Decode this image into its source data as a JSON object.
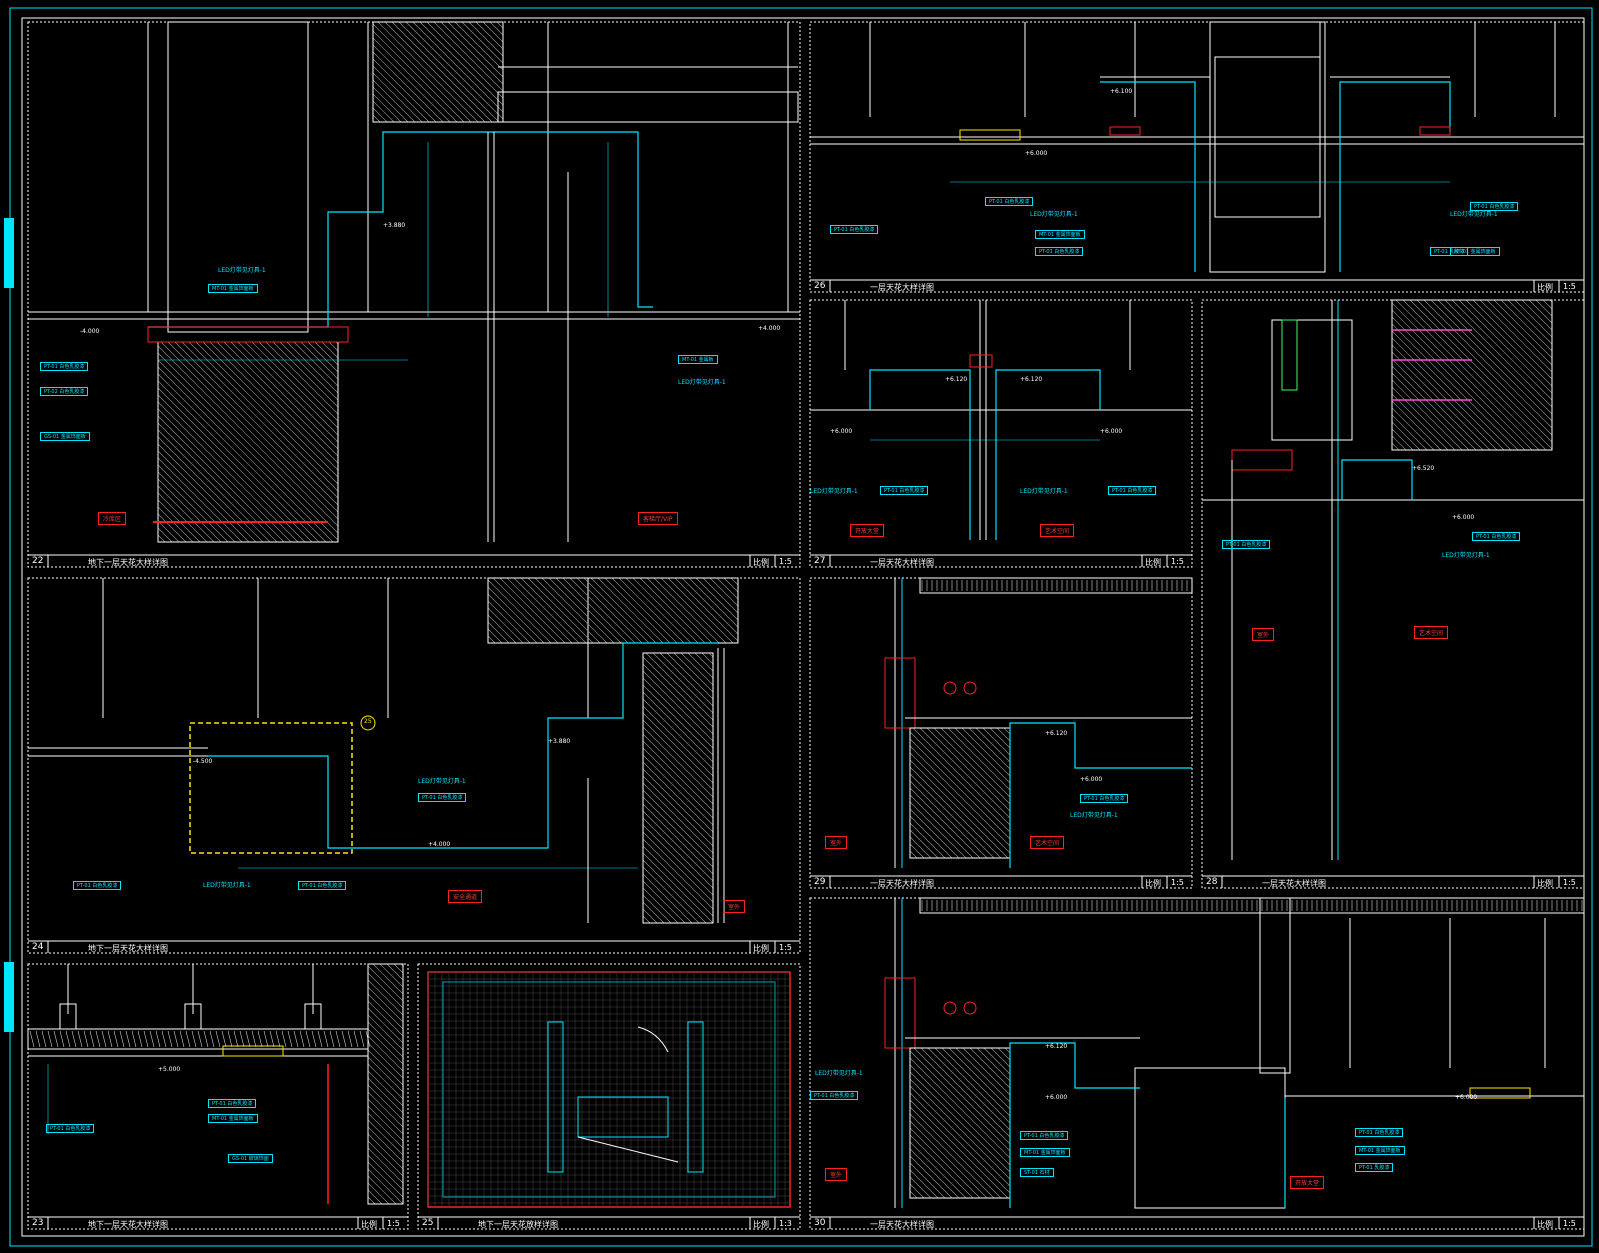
{
  "drawing": {
    "colors": {
      "background": "#000000",
      "frame": "#00e5ff",
      "line_white": "#ffffff",
      "line_cyan": "#00e5ff",
      "accent_red": "#ff2020",
      "highlight_yellow": "#ffe600",
      "hatch_gray": "#9a9a9a"
    },
    "panels": [
      {
        "id": "p22",
        "number": "22",
        "title": "地下一层天花大样详图",
        "scale_label": "比例",
        "scale": "1:5"
      },
      {
        "id": "p26",
        "number": "26",
        "title": "一层天花大样详图",
        "scale_label": "比例",
        "scale": "1:5"
      },
      {
        "id": "p27",
        "number": "27",
        "title": "一层天花大样详图",
        "scale_label": "比例",
        "scale": "1:5"
      },
      {
        "id": "p28",
        "number": "28",
        "title": "一层天花大样详图",
        "scale_label": "比例",
        "scale": "1:5"
      },
      {
        "id": "p24",
        "number": "24",
        "title": "地下一层天花大样详图",
        "scale_label": "比例",
        "scale": "1:5"
      },
      {
        "id": "p29",
        "number": "29",
        "title": "一层天花大样详图",
        "scale_label": "比例",
        "scale": "1:5"
      },
      {
        "id": "p23",
        "number": "23",
        "title": "地下一层天花大样详图",
        "scale_label": "比例",
        "scale": "1:5"
      },
      {
        "id": "p25",
        "number": "25",
        "title": "地下一层天花放样详图",
        "scale_label": "比例",
        "scale": "1:3"
      },
      {
        "id": "p30",
        "number": "30",
        "title": "一层天花大样详图",
        "scale_label": "比例",
        "scale": "1:5"
      }
    ],
    "room_tags": [
      {
        "panel": "p22",
        "text": "冷库区"
      },
      {
        "panel": "p22",
        "text": "客梯厅/VIP"
      },
      {
        "panel": "p27",
        "text": "开放大堂"
      },
      {
        "panel": "p27",
        "text": "艺术空间"
      },
      {
        "panel": "p28",
        "text": "室外"
      },
      {
        "panel": "p28",
        "text": "艺术空间"
      },
      {
        "panel": "p24",
        "text": "安全通道"
      },
      {
        "panel": "p24",
        "text": "室外"
      },
      {
        "panel": "p29",
        "text": "室外"
      },
      {
        "panel": "p29",
        "text": "艺术空间"
      },
      {
        "panel": "p30",
        "text": "室外"
      },
      {
        "panel": "p30",
        "text": "开放大堂"
      }
    ],
    "material_codes": [
      {
        "panel": "p22",
        "text": "PT-01  白色乳胶漆"
      },
      {
        "panel": "p22",
        "text": "PT-02  白色乳胶漆"
      },
      {
        "panel": "p22",
        "text": "GS-01  金属饰面板"
      },
      {
        "panel": "p22",
        "text": "MT-01  金属饰面板"
      },
      {
        "panel": "p22",
        "text": "MT-01  金属板"
      },
      {
        "panel": "p26",
        "text": "PT-01  白色乳胶漆"
      },
      {
        "panel": "p26",
        "text": "PT-01  白色乳胶漆"
      },
      {
        "panel": "p26",
        "text": "MT-01  金属饰面板"
      },
      {
        "panel": "p26",
        "text": "PT-01  白色乳胶漆"
      },
      {
        "panel": "p26",
        "text": "MT-01  金属饰面板"
      },
      {
        "panel": "p26",
        "text": "PT-01  白色乳胶漆"
      },
      {
        "panel": "p26",
        "text": "PT-01  乳胶漆"
      },
      {
        "panel": "p27",
        "text": "PT-01  白色乳胶漆"
      },
      {
        "panel": "p27",
        "text": "PT-01  白色乳胶漆"
      },
      {
        "panel": "p28",
        "text": "PT-01  白色乳胶漆"
      },
      {
        "panel": "p28",
        "text": "PT-01  白色乳胶漆"
      },
      {
        "panel": "p24",
        "text": "PT-01  白色乳胶漆"
      },
      {
        "panel": "p24",
        "text": "PT-01  白色乳胶漆"
      },
      {
        "panel": "p24",
        "text": "PT-01  白色乳胶漆"
      },
      {
        "panel": "p29",
        "text": "PT-01  白色乳胶漆"
      },
      {
        "panel": "p23",
        "text": "PT-01  白色乳胶漆"
      },
      {
        "panel": "p23",
        "text": "PT-01  白色乳胶漆"
      },
      {
        "panel": "p23",
        "text": "MT-01  金属饰面板"
      },
      {
        "panel": "p23",
        "text": "GS-01  玻璃饰面"
      },
      {
        "panel": "p30",
        "text": "PT-01  白色乳胶漆"
      },
      {
        "panel": "p30",
        "text": "PT-01  白色乳胶漆"
      },
      {
        "panel": "p30",
        "text": "MT-01  金属饰面板"
      },
      {
        "panel": "p30",
        "text": "ST-01  石材"
      },
      {
        "panel": "p30",
        "text": "PT-01  白色乳胶漆"
      },
      {
        "panel": "p30",
        "text": "MT-01  金属饰面板"
      },
      {
        "panel": "p30",
        "text": "PT-01  乳胶漆"
      }
    ],
    "elevations": [
      {
        "panel": "p22",
        "text": "+3.880"
      },
      {
        "panel": "p22",
        "text": "-4.000"
      },
      {
        "panel": "p22",
        "text": "+4.000"
      },
      {
        "panel": "p26",
        "text": "+6.100"
      },
      {
        "panel": "p26",
        "text": "+6.000"
      },
      {
        "panel": "p27",
        "text": "+6.120"
      },
      {
        "panel": "p27",
        "text": "+6.120"
      },
      {
        "panel": "p27",
        "text": "+6.000"
      },
      {
        "panel": "p27",
        "text": "+6.000"
      },
      {
        "panel": "p28",
        "text": "+6.520"
      },
      {
        "panel": "p28",
        "text": "+6.000"
      },
      {
        "panel": "p24",
        "text": "-4.500"
      },
      {
        "panel": "p24",
        "text": "+3.880"
      },
      {
        "panel": "p24",
        "text": "+4.000"
      },
      {
        "panel": "p29",
        "text": "+6.120"
      },
      {
        "panel": "p29",
        "text": "+6.000"
      },
      {
        "panel": "p23",
        "text": "+5.000"
      },
      {
        "panel": "p30",
        "text": "+6.120"
      },
      {
        "panel": "p30",
        "text": "+6.000"
      },
      {
        "panel": "p30",
        "text": "+6.000"
      }
    ],
    "led_labels": [
      {
        "panel": "p22",
        "text": "LED灯带见灯具-1"
      },
      {
        "panel": "p22",
        "text": "LED灯带见灯具-1"
      },
      {
        "panel": "p26",
        "text": "LED灯带见灯具-1"
      },
      {
        "panel": "p26",
        "text": "LED灯带见灯具-1"
      },
      {
        "panel": "p27",
        "text": "LED灯带见灯具-1"
      },
      {
        "panel": "p27",
        "text": "LED灯带见灯具-1"
      },
      {
        "panel": "p28",
        "text": "LED灯带见灯具-1"
      },
      {
        "panel": "p24",
        "text": "LED灯带见灯具-1"
      },
      {
        "panel": "p24",
        "text": "LED灯带见灯具-1"
      },
      {
        "panel": "p29",
        "text": "LED灯带见灯具-1"
      },
      {
        "panel": "p30",
        "text": "LED灯带见灯具-1"
      }
    ],
    "detail_bubble": "25"
  }
}
